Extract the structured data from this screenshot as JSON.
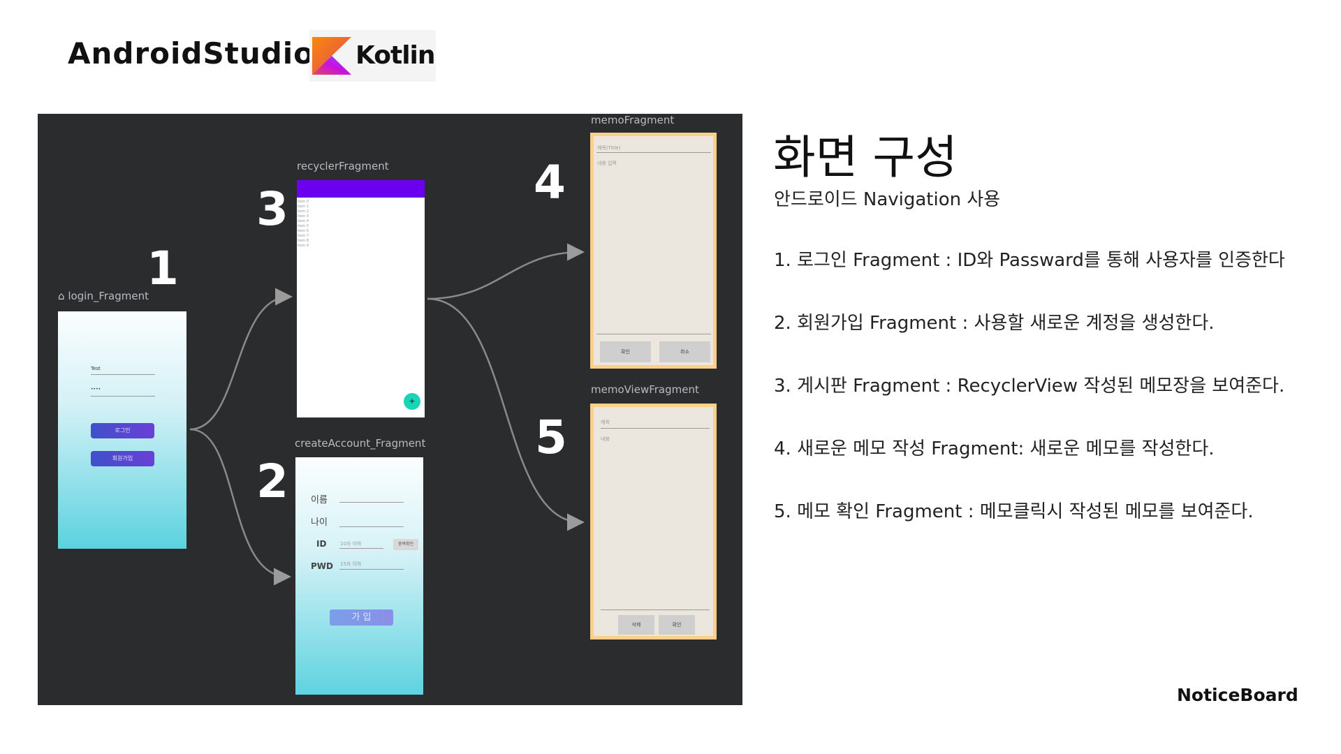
{
  "header": {
    "brand": "AndroidStudio",
    "kotlin_logo_text": "Kotlin"
  },
  "graph": {
    "login": {
      "label": "login_Fragment",
      "number": "1",
      "field_user": "Test",
      "field_pass": "••••",
      "login_button": "로그인",
      "signup_button": "회원가입"
    },
    "create": {
      "label": "createAccount_Fragment",
      "number": "2",
      "name_label": "이름",
      "age_label": "나이",
      "id_label": "ID",
      "id_hint": "10자 이하",
      "dup_check_button": "중복확인",
      "pwd_label": "PWD",
      "pwd_hint": "15자 이하",
      "join_button": "가 입"
    },
    "recycler": {
      "label": "recyclerFragment",
      "number": "3",
      "items": [
        "item 0",
        "item 1",
        "item 2",
        "item 3",
        "item 4",
        "item 5",
        "item 6",
        "item 7",
        "item 8",
        "item 9"
      ],
      "fab": "+"
    },
    "memo": {
      "label": "memoFragment",
      "number": "4",
      "title_hint": "제목(Title)",
      "content_hint": "내용 입력",
      "confirm_button": "확인",
      "cancel_button": "취소"
    },
    "memoview": {
      "label": "memoViewFragment",
      "number": "5",
      "title_hint": "제목",
      "content_hint": "내용",
      "delete_button": "삭제",
      "confirm_button": "확인"
    },
    "colors": {
      "panel": "#2b2c2d",
      "recycler_bar": "#6a00ee",
      "fab": "#1ad4b8",
      "memo_border": "#fbd08a"
    }
  },
  "description": {
    "title": "화면 구성",
    "subtitle": "안드로이드 Navigation  사용",
    "steps": [
      "1.  로그인 Fragment : ID와 Passward를 통해 사용자를 인증한다",
      "2.  회원가입 Fragment : 사용할 새로운 계정을 생성한다.",
      "3.  게시판 Fragment :  RecyclerView 작성된 메모장을 보여준다.",
      "4.  새로운 메모 작성 Fragment: 새로운 메모를 작성한다.",
      "5.  메모 확인 Fragment : 메모클릭시 작성된 메모를 보여준다."
    ]
  },
  "footer": "NoticeBoard"
}
